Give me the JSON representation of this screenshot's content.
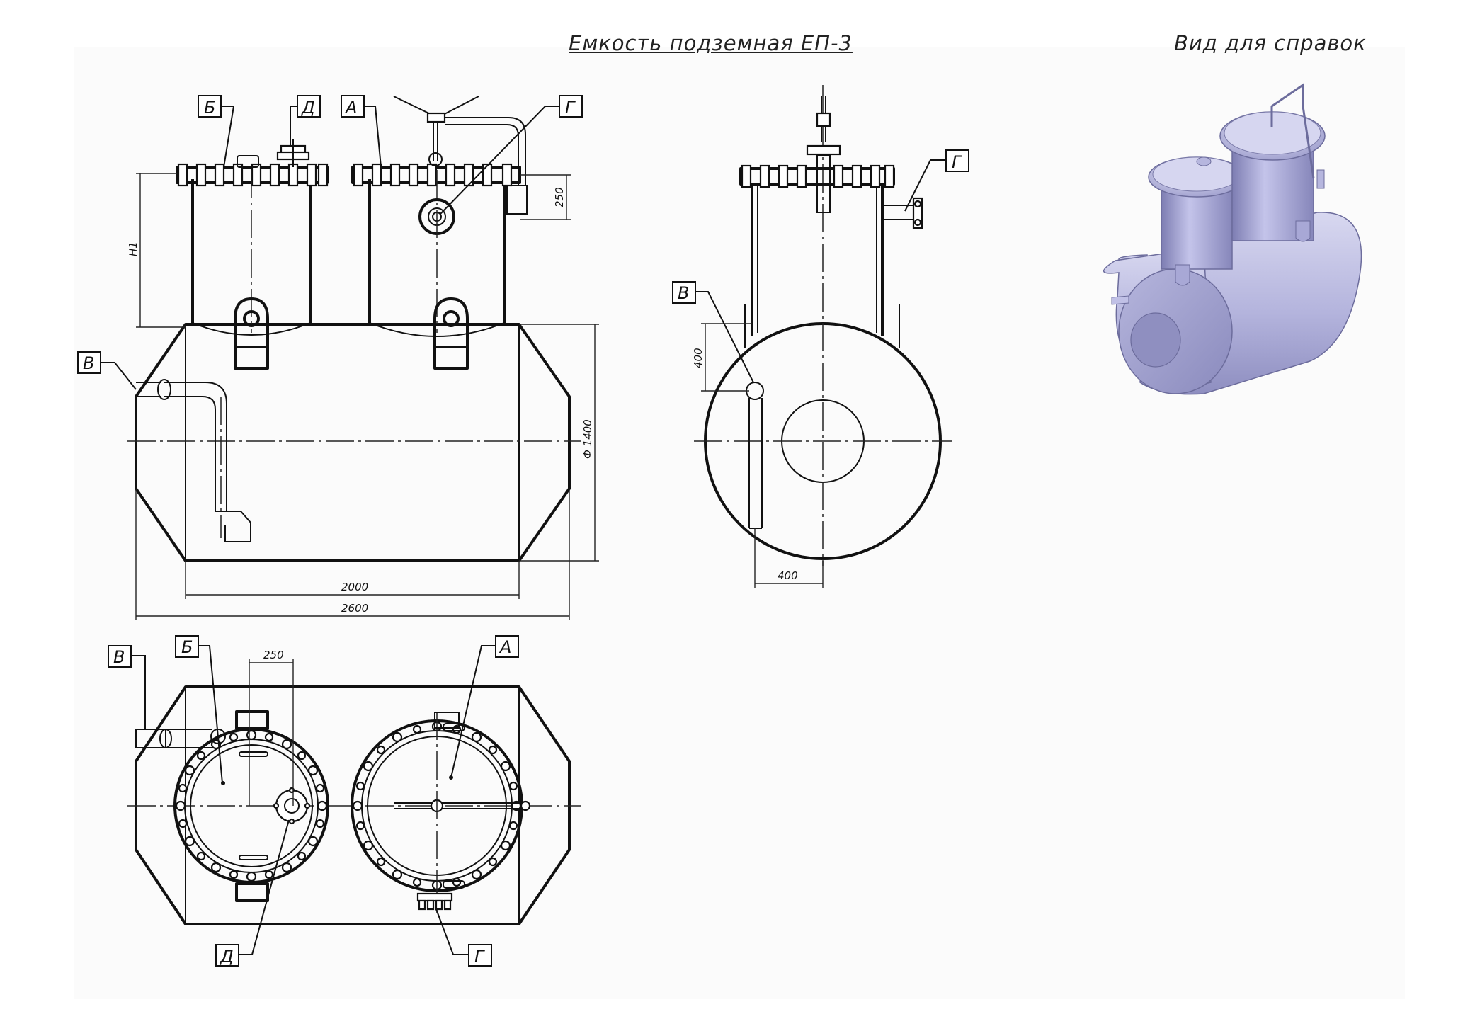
{
  "titles": {
    "main": "Емкость подземная ЕП-3",
    "reference": "Вид для справок"
  },
  "labels": {
    "A": "А",
    "B": "Б",
    "V": "В",
    "G": "Г",
    "D": "Д"
  },
  "dimensions": {
    "d250": "250",
    "h1": "H1",
    "phi1400": "Ф 1400",
    "d2000": "2000",
    "d2600": "2600",
    "d400": "400"
  },
  "colors": {
    "line": "#111111",
    "tank_3d_light": "#c9c9ea",
    "tank_3d_mid": "#a3a3cf",
    "tank_3d_dark": "#7d7db0"
  }
}
